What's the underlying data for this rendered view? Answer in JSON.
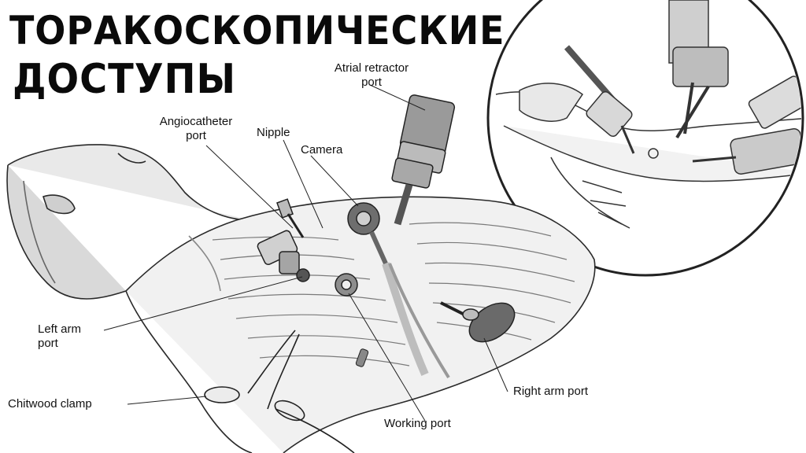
{
  "title": {
    "line1": "ТОРАКОСКОПИЧЕСКИЕ",
    "line2": "ДОСТУПЫ"
  },
  "labels": {
    "atrial_retractor": {
      "line1": "Atrial retractor",
      "line2": "port"
    },
    "angiocatheter": {
      "line1": "Angiocatheter",
      "line2": "port"
    },
    "nipple": "Nipple",
    "camera": "Camera",
    "left_arm": {
      "line1": "Left arm",
      "line2": "port"
    },
    "chitwood_clamp": "Chitwood clamp",
    "working_port": "Working port",
    "right_arm_port": "Right arm port"
  }
}
